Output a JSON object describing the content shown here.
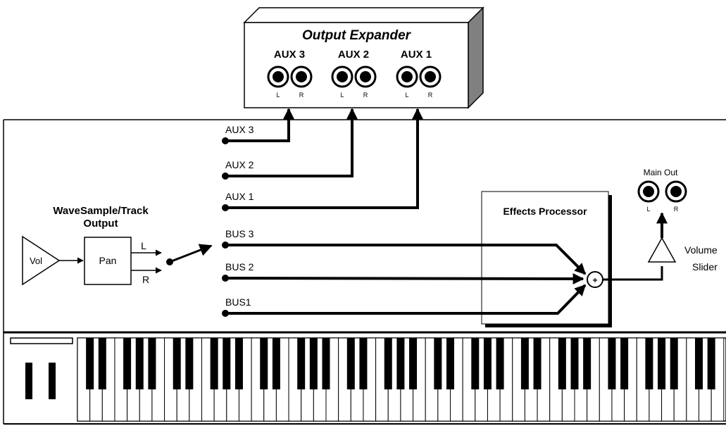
{
  "expander": {
    "title": "Output Expander",
    "aux3": "AUX 3",
    "aux2": "AUX 2",
    "aux1": "AUX 1",
    "left": "L",
    "right": "R"
  },
  "buses": {
    "aux3": "AUX 3",
    "aux2": "AUX 2",
    "aux1": "AUX 1",
    "bus3": "BUS 3",
    "bus2": "BUS 2",
    "bus1": "BUS1"
  },
  "source": {
    "title_line1": "WaveSample/Track",
    "title_line2": "Output",
    "vol": "Vol",
    "pan": "Pan",
    "left": "L",
    "right": "R"
  },
  "effects": {
    "title": "Effects Processor",
    "sum": "+"
  },
  "main_out": {
    "title": "Main Out",
    "left": "L",
    "right": "R"
  },
  "volume": {
    "line1": "Volume",
    "line2": "Slider"
  },
  "colors": {
    "ink": "#000000",
    "paper": "#ffffff"
  }
}
